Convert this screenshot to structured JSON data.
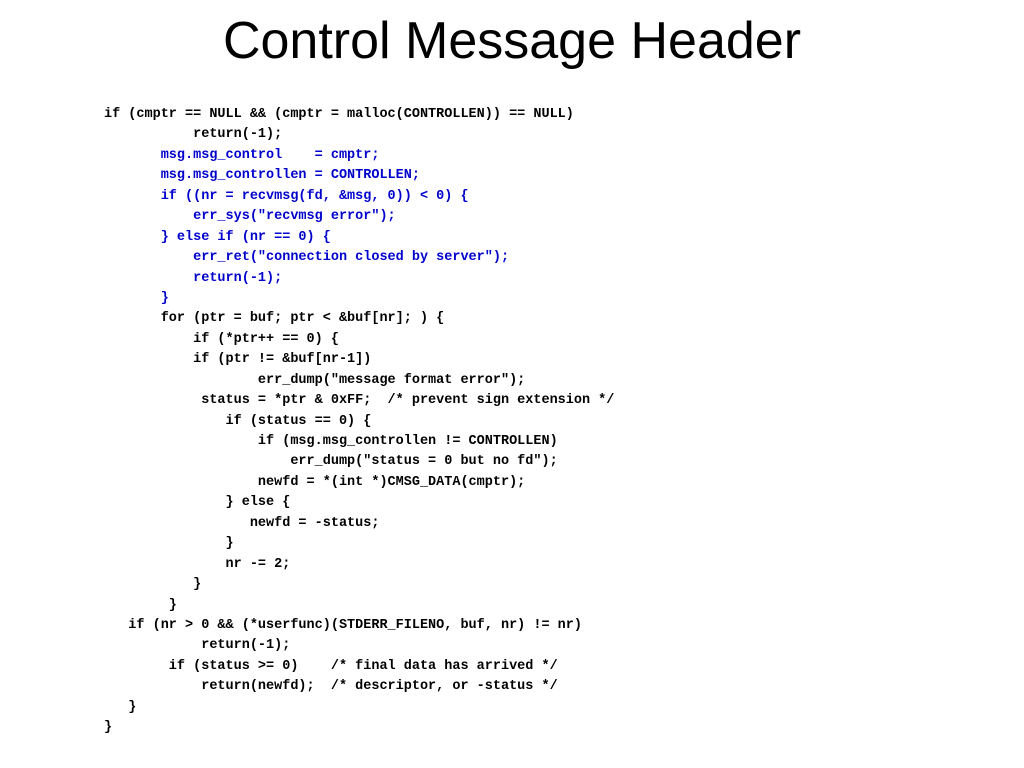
{
  "slide": {
    "title": "Control Message Header"
  },
  "code": {
    "lines": [
      {
        "text": "if (cmptr == NULL && (cmptr = malloc(CONTROLLEN)) == NULL)",
        "tone": "black"
      },
      {
        "text": "           return(-1);",
        "tone": "black"
      },
      {
        "text": "       msg.msg_control    = cmptr;",
        "tone": "blue"
      },
      {
        "text": "       msg.msg_controllen = CONTROLLEN;",
        "tone": "blue"
      },
      {
        "text": "       if ((nr = recvmsg(fd, &msg, 0)) < 0) {",
        "tone": "blue"
      },
      {
        "text": "           err_sys(\"recvmsg error\");",
        "tone": "blue"
      },
      {
        "text": "       } else if (nr == 0) {",
        "tone": "blue"
      },
      {
        "text": "           err_ret(\"connection closed by server\");",
        "tone": "blue"
      },
      {
        "text": "           return(-1);",
        "tone": "blue"
      },
      {
        "text": "       }",
        "tone": "blue"
      },
      {
        "text": "       for (ptr = buf; ptr < &buf[nr]; ) {",
        "tone": "black"
      },
      {
        "text": "           if (*ptr++ == 0) {",
        "tone": "black"
      },
      {
        "text": "           if (ptr != &buf[nr-1])",
        "tone": "black"
      },
      {
        "text": "                   err_dump(\"message format error\");",
        "tone": "black"
      },
      {
        "text": "            status = *ptr & 0xFF;  /* prevent sign extension */",
        "tone": "black"
      },
      {
        "text": "               if (status == 0) {",
        "tone": "black"
      },
      {
        "text": "                   if (msg.msg_controllen != CONTROLLEN)",
        "tone": "black"
      },
      {
        "text": "                       err_dump(\"status = 0 but no fd\");",
        "tone": "black"
      },
      {
        "text": "                   newfd = *(int *)CMSG_DATA(cmptr);",
        "tone": "black"
      },
      {
        "text": "               } else {",
        "tone": "black"
      },
      {
        "text": "                  newfd = -status;",
        "tone": "black"
      },
      {
        "text": "               }",
        "tone": "black"
      },
      {
        "text": "               nr -= 2;",
        "tone": "black"
      },
      {
        "text": "           }",
        "tone": "black"
      },
      {
        "text": "        }",
        "tone": "black"
      },
      {
        "text": "   if (nr > 0 && (*userfunc)(STDERR_FILENO, buf, nr) != nr)",
        "tone": "black"
      },
      {
        "text": "            return(-1);",
        "tone": "black"
      },
      {
        "text": "        if (status >= 0)    /* final data has arrived */",
        "tone": "black"
      },
      {
        "text": "            return(newfd);  /* descriptor, or -status */",
        "tone": "black"
      },
      {
        "text": "   }",
        "tone": "black"
      },
      {
        "text": "}",
        "tone": "black"
      }
    ]
  },
  "colors": {
    "black": "#000000",
    "blue": "#0000cc"
  }
}
